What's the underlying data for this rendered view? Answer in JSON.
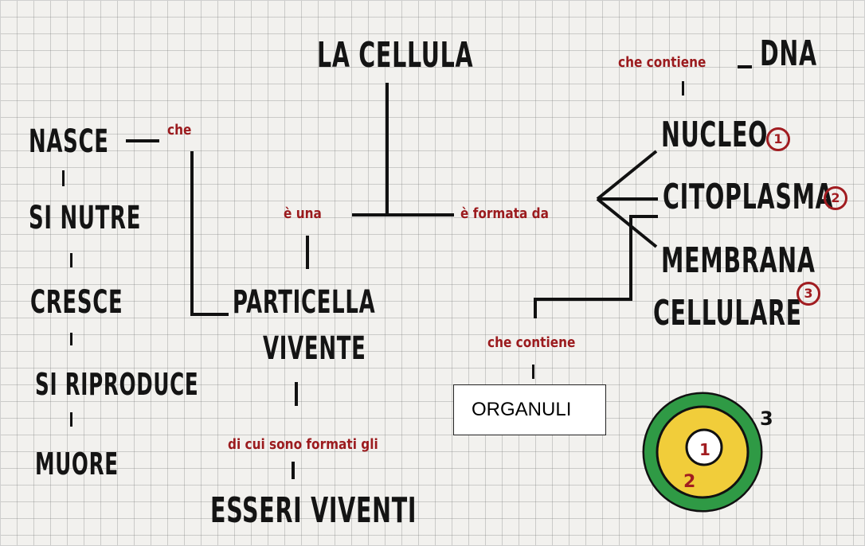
{
  "title": "LA CELLULA",
  "left_chain": [
    "NASCE",
    "SI NUTRE",
    "CRESCE",
    "SI RIPRODUCE",
    "MUORE"
  ],
  "connectors": {
    "che": "che",
    "e_una": "è una",
    "e_formata_da": "è formata da",
    "che_contiene_top": "che contiene",
    "che_contiene_bottom": "che contiene",
    "di_cui": "di cui sono formati gli"
  },
  "particella": [
    "PARTICELLA",
    "VIVENTE"
  ],
  "esseri": "ESSERI VIVENTI",
  "dna": "DNA",
  "components": [
    {
      "label": "NUCLEO",
      "number": "1"
    },
    {
      "label": "CITOPLASMA",
      "number": "2"
    },
    {
      "label": "MEMBRANA",
      "label2": "CELLULARE",
      "number": "3"
    }
  ],
  "organuli": "ORGANULI",
  "cell_drawing": {
    "labels": [
      "1",
      "2",
      "3"
    ],
    "colors": {
      "membrane": "#2f9a45",
      "cytoplasm": "#f1cd3a",
      "nucleus": "#ffffff",
      "ink": "#111111",
      "number_ink": "#a11c20"
    }
  }
}
